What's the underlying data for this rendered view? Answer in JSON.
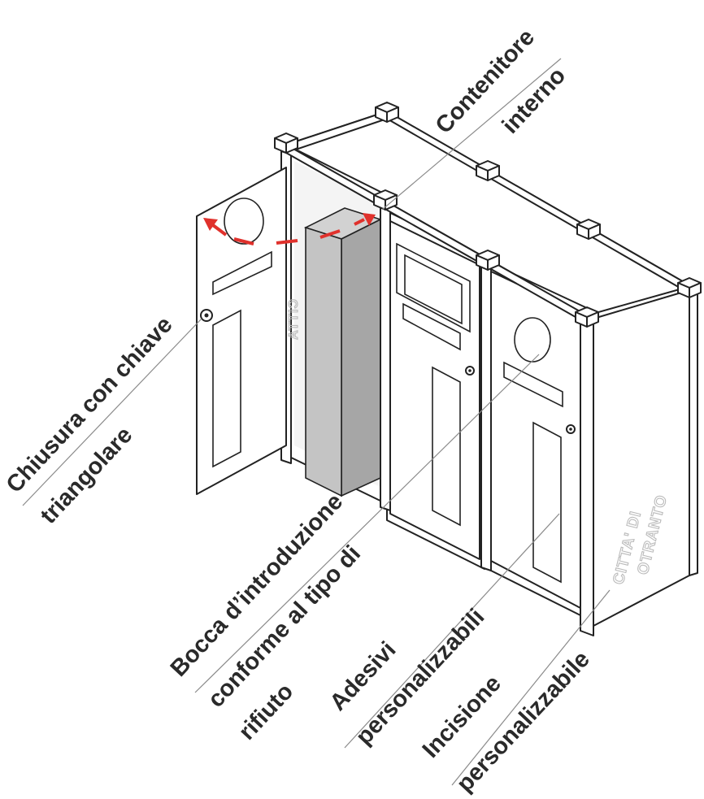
{
  "labels": {
    "contenitore_line1": "Contenitore",
    "contenitore_line2": "interno",
    "chiusura_line1": "Chiusura con chiave",
    "chiusura_line2": "triangolare",
    "bocca_line1": "Bocca d’introduzione",
    "bocca_line2": "conforme al tipo di",
    "bocca_line3": "rifiuto",
    "adesivi_line1": "Adesivi",
    "adesivi_line2": "personalizzabili",
    "incisione_line1": "Incisione",
    "incisione_line2": "personalizzabile"
  },
  "engraving": {
    "line1": "CITTA' DI",
    "line2": "OTRANTO"
  },
  "colors": {
    "outline": "#222222",
    "container_gray": "#b8b8b8",
    "arrow_red": "#e0312c",
    "leader_gray": "#8a8a8a"
  }
}
